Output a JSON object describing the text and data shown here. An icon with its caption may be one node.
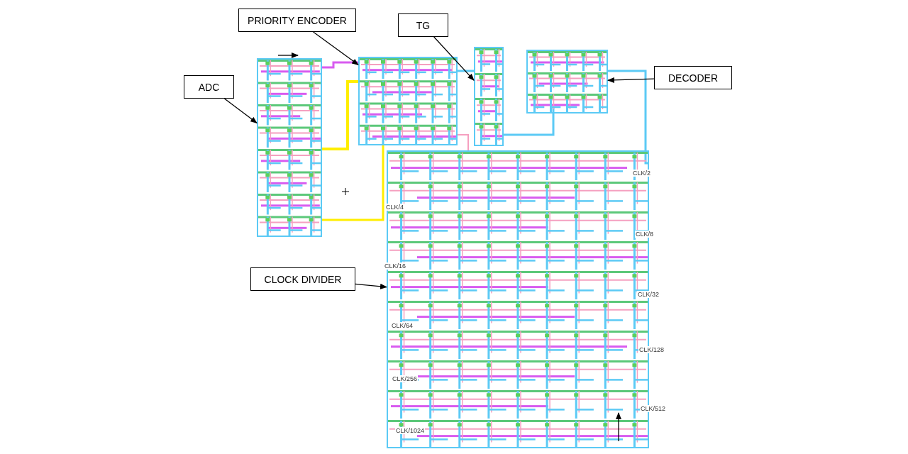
{
  "diagram": {
    "nodes": [
      {
        "text": [
          "ADC"
        ]
      },
      {
        "text": [
          "PRIORITY ENCODER"
        ]
      },
      {
        "text": [
          "TG"
        ]
      },
      {
        "text": [
          "DECODER"
        ]
      },
      {
        "text": [
          "CLOCK DIVIDER"
        ]
      },
      {
        "text": [],
        "shape": "picture"
      },
      {
        "text": [],
        "shape": "picture"
      },
      {
        "text": [],
        "shape": "picture"
      },
      {
        "text": [],
        "shape": "picture"
      },
      {
        "text": [],
        "shape": "picture"
      }
    ],
    "edges": [
      {
        "from": 0,
        "to": 5,
        "arrow": "to"
      },
      {
        "from": 1,
        "to": 6,
        "arrow": "to"
      },
      {
        "from": 2,
        "to": 7,
        "arrow": "to"
      },
      {
        "from": 3,
        "to": 8,
        "arrow": "to"
      },
      {
        "from": 4,
        "to": 9,
        "arrow": "to"
      }
    ],
    "labels": [
      "CLK/2",
      "CLK/4",
      "CLK/8",
      "CLK/16",
      "CLK/32",
      "CLK/64",
      "CLK/128",
      "CLK/256",
      "CLK/512",
      "CLK/1024"
    ]
  }
}
